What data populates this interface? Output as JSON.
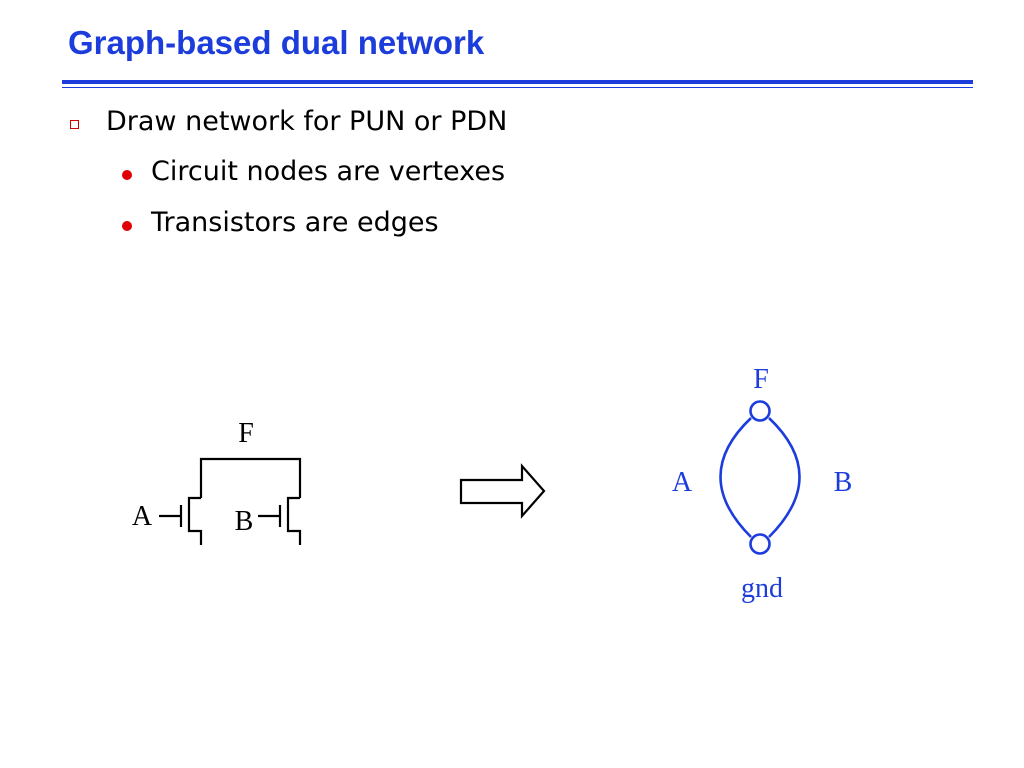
{
  "slide": {
    "title": "Graph-based dual network",
    "bullet": "Draw network for PUN or PDN",
    "subbullets": [
      "Circuit nodes are vertexes",
      "Transistors are edges"
    ]
  },
  "circuit": {
    "output_label": "F",
    "input_a_label": "A",
    "input_b_label": "B"
  },
  "graph": {
    "top_node_label": "F",
    "bottom_node_label": "gnd",
    "left_edge_label": "A",
    "right_edge_label": "B"
  },
  "colors": {
    "title": "#1c3ddb",
    "graph": "#1c3ddb",
    "bullet_marker": "#cc0000",
    "circuit": "#000000"
  }
}
